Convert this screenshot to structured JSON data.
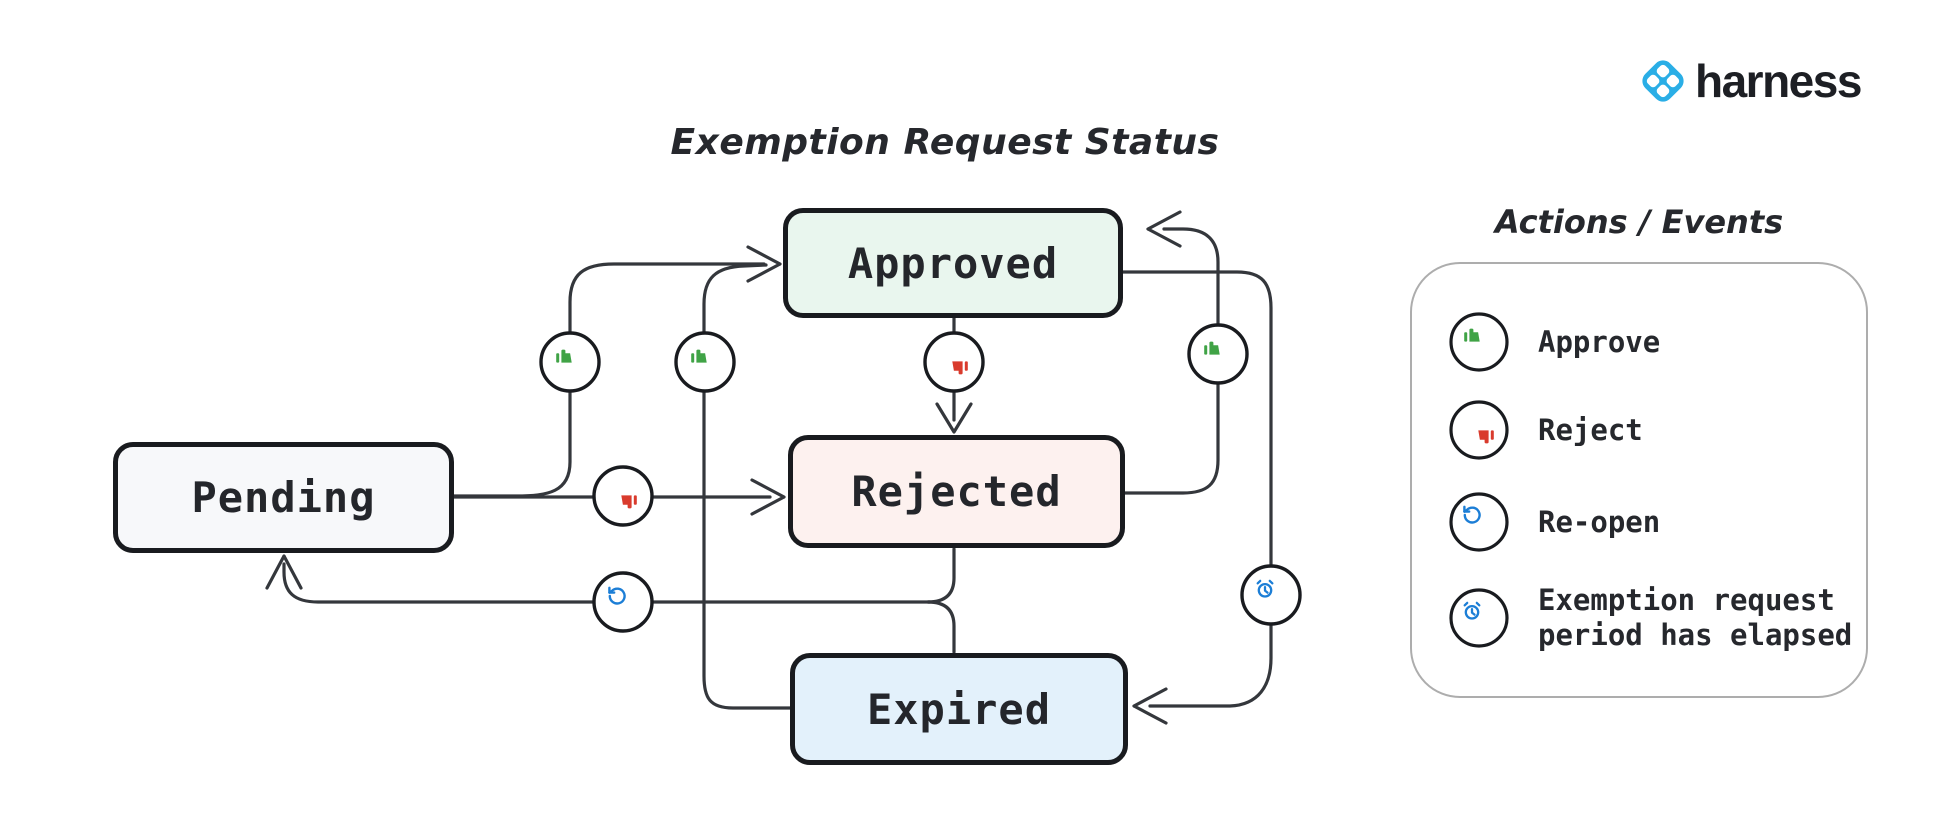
{
  "title": "Exemption Request Status",
  "brand": {
    "name": "harness"
  },
  "diagram": {
    "states": [
      {
        "label": "Pending",
        "fill": "#f7f8fa"
      },
      {
        "label": "Approved",
        "fill": "#e9f6ee"
      },
      {
        "label": "Rejected",
        "fill": "#fdf1ef"
      },
      {
        "label": "Expired",
        "fill": "#e3f1fb"
      }
    ],
    "transitions": [
      {
        "from": "Pending",
        "to": "Approved",
        "action": "Approve",
        "icon": "thumbs-up-icon"
      },
      {
        "from": "Pending",
        "to": "Rejected",
        "action": "Reject",
        "icon": "thumbs-down-icon"
      },
      {
        "from": "Approved",
        "to": "Rejected",
        "action": "Reject",
        "icon": "thumbs-down-icon"
      },
      {
        "from": "Rejected",
        "to": "Approved",
        "action": "Approve",
        "icon": "thumbs-up-icon"
      },
      {
        "from": "Expired",
        "to": "Approved",
        "action": "Approve",
        "icon": "thumbs-up-icon"
      },
      {
        "from": "Approved",
        "to": "Expired",
        "action": "Exemption request period has elapsed",
        "icon": "alarm-clock-icon"
      },
      {
        "from": "Rejected",
        "to": "Pending",
        "action": "Re-open",
        "icon": "rotate-ccw-icon"
      },
      {
        "from": "Expired",
        "to": "Pending",
        "action": "Re-open",
        "icon": "rotate-ccw-icon"
      }
    ]
  },
  "legend": {
    "title": "Actions / Events",
    "items": [
      {
        "icon": "thumbs-up-icon",
        "label": "Approve",
        "color": "#40a346"
      },
      {
        "icon": "thumbs-down-icon",
        "label": "Reject",
        "color": "#d93b2d"
      },
      {
        "icon": "rotate-ccw-icon",
        "label": "Re-open",
        "color": "#1c7ed6"
      },
      {
        "icon": "alarm-clock-icon",
        "label": "Exemption request period has elapsed",
        "color": "#1c7ed6"
      }
    ]
  },
  "colors": {
    "ink": "#191b1f",
    "edge": "#34373c",
    "approve_green": "#40a346",
    "reject_red": "#d93b2d",
    "action_blue": "#1c7ed6",
    "brand_blue": "#2aaee6"
  }
}
